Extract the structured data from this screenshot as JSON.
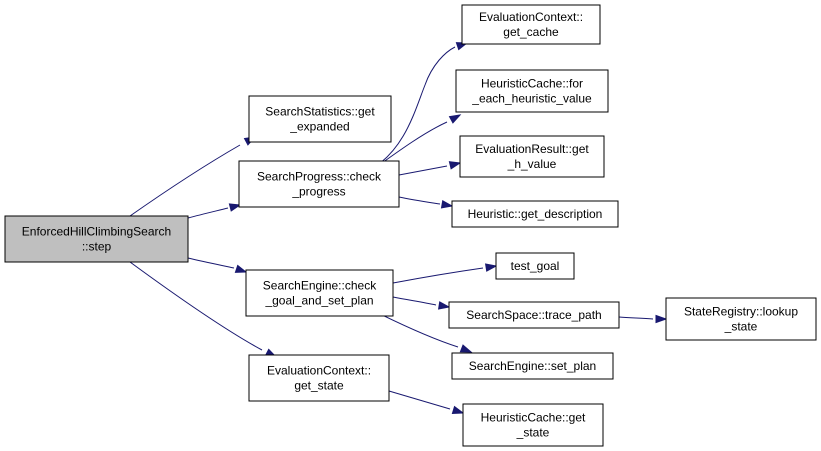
{
  "diagram": {
    "colors": {
      "edge": "#191970",
      "root_fill": "#bfbfbf",
      "node_fill": "#ffffff",
      "border": "#000000"
    },
    "nodes": [
      {
        "id": "root",
        "lines": [
          "EnforcedHillClimbingSearch",
          "::step"
        ],
        "root": true
      },
      {
        "id": "ss_exp",
        "lines": [
          "SearchStatistics::get",
          "_expanded"
        ]
      },
      {
        "id": "sp_chk",
        "lines": [
          "SearchProgress::check",
          "_progress"
        ]
      },
      {
        "id": "se_cg",
        "lines": [
          "SearchEngine::check",
          "_goal_and_set_plan"
        ]
      },
      {
        "id": "ec_gs",
        "lines": [
          "EvaluationContext::",
          "get_state"
        ]
      },
      {
        "id": "ec_gc",
        "lines": [
          "EvaluationContext::",
          "get_cache"
        ]
      },
      {
        "id": "hc_fe",
        "lines": [
          "HeuristicCache::for",
          "_each_heuristic_value"
        ]
      },
      {
        "id": "er_gh",
        "lines": [
          "EvaluationResult::get",
          "_h_value"
        ]
      },
      {
        "id": "h_gd",
        "lines": [
          "Heuristic::get_description"
        ]
      },
      {
        "id": "tg",
        "lines": [
          "test_goal"
        ]
      },
      {
        "id": "ss_tp",
        "lines": [
          "SearchSpace::trace_path"
        ]
      },
      {
        "id": "se_sp",
        "lines": [
          "SearchEngine::set_plan"
        ]
      },
      {
        "id": "hc_gs",
        "lines": [
          "HeuristicCache::get",
          "_state"
        ]
      },
      {
        "id": "sr_ls",
        "lines": [
          "StateRegistry::lookup",
          "_state"
        ]
      }
    ],
    "edges": [
      {
        "from": "root",
        "to": "ss_exp"
      },
      {
        "from": "root",
        "to": "sp_chk"
      },
      {
        "from": "root",
        "to": "se_cg"
      },
      {
        "from": "root",
        "to": "ec_gs"
      },
      {
        "from": "sp_chk",
        "to": "ec_gc"
      },
      {
        "from": "sp_chk",
        "to": "hc_fe"
      },
      {
        "from": "sp_chk",
        "to": "er_gh"
      },
      {
        "from": "sp_chk",
        "to": "h_gd"
      },
      {
        "from": "se_cg",
        "to": "tg"
      },
      {
        "from": "se_cg",
        "to": "ss_tp"
      },
      {
        "from": "se_cg",
        "to": "se_sp"
      },
      {
        "from": "ss_tp",
        "to": "sr_ls"
      },
      {
        "from": "ec_gs",
        "to": "hc_gs"
      }
    ]
  }
}
